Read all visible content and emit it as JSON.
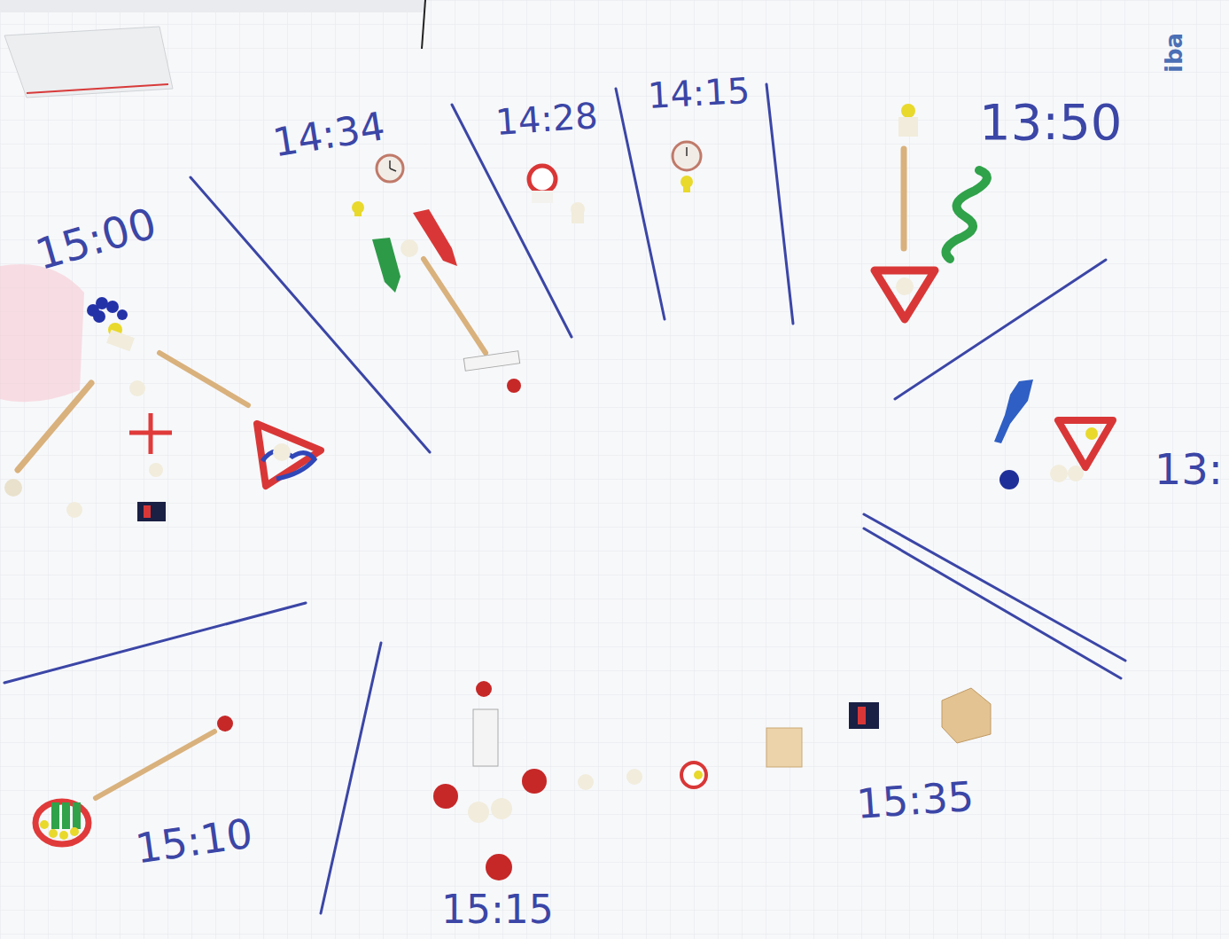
{
  "diagram": {
    "labels": [
      "14:34",
      "14:28",
      "14:15",
      "13:50",
      "15:00",
      "13:",
      "15:10",
      "15:15",
      "15:35",
      "iba"
    ]
  }
}
